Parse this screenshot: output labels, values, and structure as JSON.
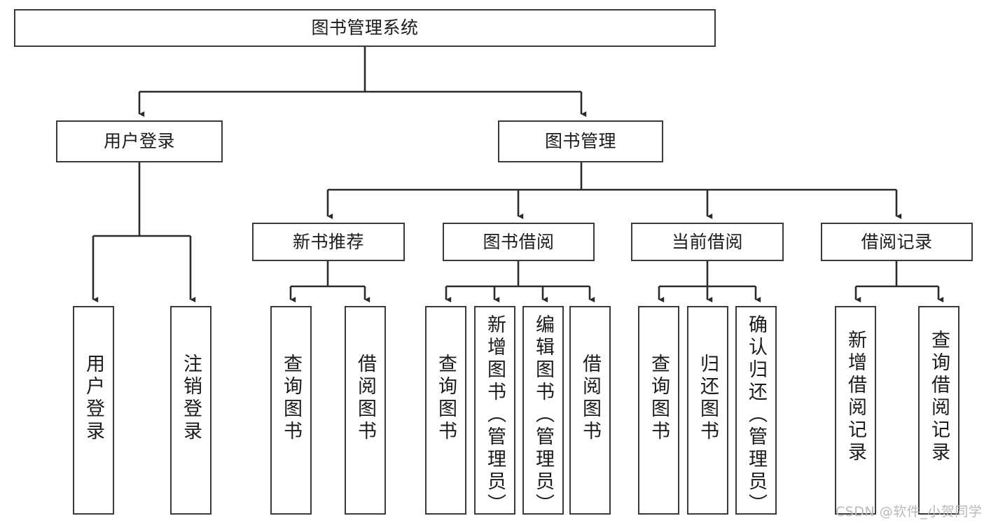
{
  "diagram": {
    "type": "tree",
    "title": "图书管理系统",
    "orientation": "top-down",
    "colors": {
      "box_border": "#3a3a3a",
      "box_fill": "#ffffff",
      "connector": "#2b2b2b",
      "text": "#1b1b1b",
      "watermark": "#b9b9b9",
      "background": "#ffffff"
    },
    "root": {
      "label": "图书管理系统"
    },
    "level1": [
      {
        "label": "用户登录"
      },
      {
        "label": "图书管理"
      }
    ],
    "level2": [
      {
        "label": "新书推荐"
      },
      {
        "label": "图书借阅"
      },
      {
        "label": "当前借阅"
      },
      {
        "label": "借阅记录"
      }
    ],
    "leaves": {
      "user_login": [
        {
          "label": "用户登录"
        },
        {
          "label": "注销登录"
        }
      ],
      "new_book_recommend": [
        {
          "label": "查询图书"
        },
        {
          "label": "借阅图书"
        }
      ],
      "book_borrow": [
        {
          "label": "查询图书"
        },
        {
          "label": "新增图书（管理员）"
        },
        {
          "label": "编辑图书（管理员）"
        },
        {
          "label": "借阅图书"
        }
      ],
      "current_borrow": [
        {
          "label": "查询图书"
        },
        {
          "label": "归还图书"
        },
        {
          "label": "确认归还（管理员）"
        }
      ],
      "borrow_record": [
        {
          "label": "新增借阅记录"
        },
        {
          "label": "查询借阅记录"
        }
      ]
    },
    "watermark": "CSDN @软件_小贺同学"
  }
}
